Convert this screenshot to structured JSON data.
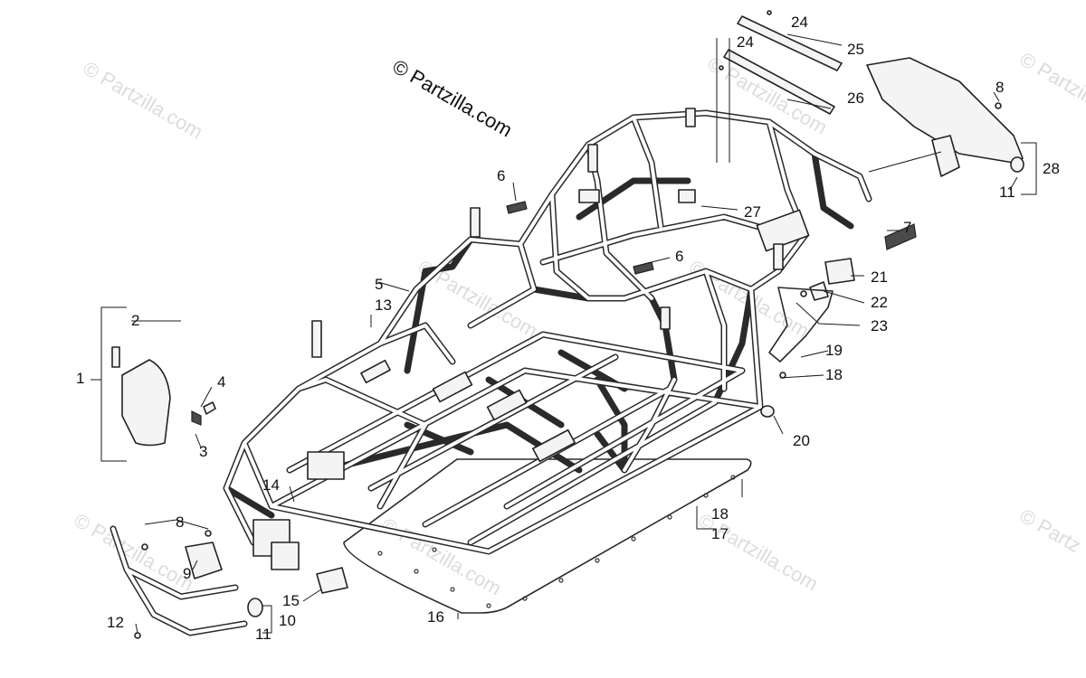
{
  "watermark": {
    "brand": "© Partzilla.com",
    "faint": [
      "© Partzilla.com",
      "© Partzilla.com",
      "© Partzilla.com",
      "© Partzilla.com",
      "© Partzilla.com",
      "© Partzilla.com",
      "© Partzilla.com",
      "© Partzilla",
      "© Partz"
    ]
  },
  "callouts": [
    "1",
    "2",
    "3",
    "4",
    "5",
    "6",
    "6",
    "7",
    "8",
    "8",
    "9",
    "10",
    "11",
    "11",
    "12",
    "13",
    "14",
    "15",
    "16",
    "17",
    "18",
    "18",
    "19",
    "20",
    "21",
    "22",
    "23",
    "24",
    "24",
    "25",
    "26",
    "27",
    "28"
  ],
  "colors": {
    "line": "#2a2a2a",
    "background": "#ffffff",
    "watermark": "#dcdcdc"
  }
}
